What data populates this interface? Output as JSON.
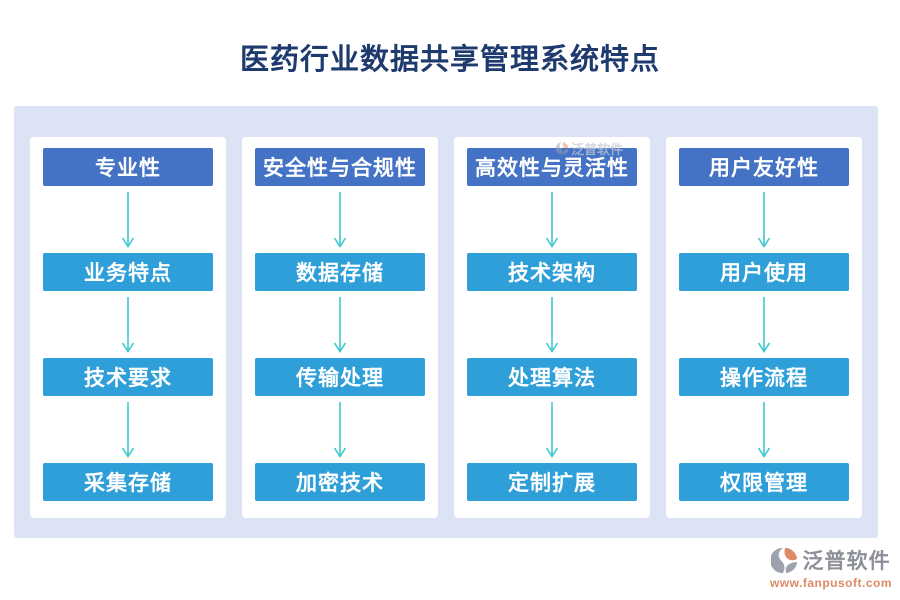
{
  "title": "医药行业数据共享管理系统特点",
  "columns": [
    {
      "header": "专业性",
      "items": [
        "业务特点",
        "技术要求",
        "采集存储"
      ]
    },
    {
      "header": "安全性与合规性",
      "items": [
        "数据存储",
        "传输处理",
        "加密技术"
      ]
    },
    {
      "header": "高效性与灵活性",
      "items": [
        "技术架构",
        "处理算法",
        "定制扩展"
      ]
    },
    {
      "header": "用户友好性",
      "items": [
        "用户使用",
        "操作流程",
        "权限管理"
      ]
    }
  ],
  "logo": {
    "name": "泛普软件",
    "url": "www.fanpusoft.com"
  },
  "watermark": {
    "text": "泛普软件"
  },
  "colors": {
    "title_text": "#1E3A6E",
    "panel_bg": "#DCE3F4",
    "header_box": "#4472C4",
    "item_box": "#2E9FD8",
    "arrow": "#3FC8D0",
    "logo_text": "#8D9099",
    "logo_url": "#DE8A66",
    "logo_orange": "#DE8A66",
    "logo_gray": "#9CA3AE"
  }
}
